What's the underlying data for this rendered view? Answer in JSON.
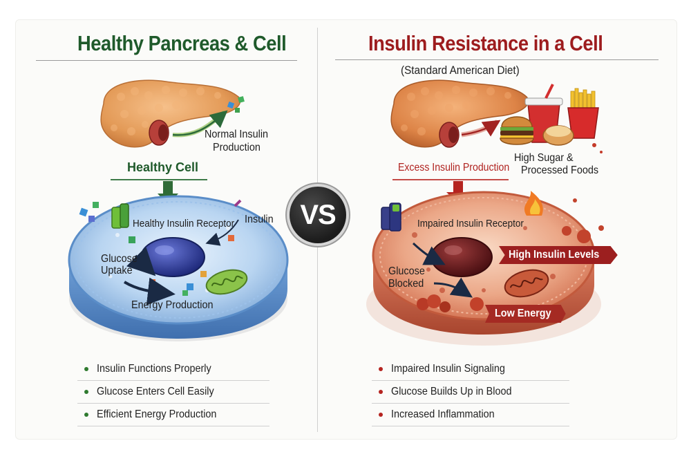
{
  "left": {
    "title": "Healthy Pancreas & Cell",
    "pancreas_label": "Normal Insulin Production",
    "pancreas_label_line1": "Normal Insulin",
    "pancreas_label_line2": "Production",
    "cell_label": "Healthy Cell",
    "receptor_label": "Healthy Insulin Receptor",
    "insulin_label": "Insulin",
    "glucose_label_line1": "Glucose",
    "glucose_label_line2": "Uptake",
    "energy_label": "Energy Production",
    "bullets": [
      "Insulin Functions Properly",
      "Glucose Enters Cell Easily",
      "Efficient Energy Production"
    ]
  },
  "vs_label": "VS",
  "right": {
    "title": "Insulin Resistance in a Cell",
    "subtitle": "(Standard American Diet)",
    "excess_label": "Excess Insulin Production",
    "food_label_line1": "High Sugar &",
    "food_label_line2": "Processed Foods",
    "receptor_label": "Impaired Insulin Receptor",
    "high_insulin_label": "High Insulin Levels",
    "glucose_label_line1": "Glucose",
    "glucose_label_line2": "Blocked",
    "low_energy_label": "Low Energy",
    "bullets": [
      "Impaired Insulin Signaling",
      "Glucose Builds Up in Blood",
      "Increased Inflammation"
    ]
  },
  "colors": {
    "healthy_green": "#1f5a2b",
    "resistance_red": "#9d1c1e",
    "cell_blue": "#6f9fd6",
    "cell_red": "#d97b5e"
  }
}
